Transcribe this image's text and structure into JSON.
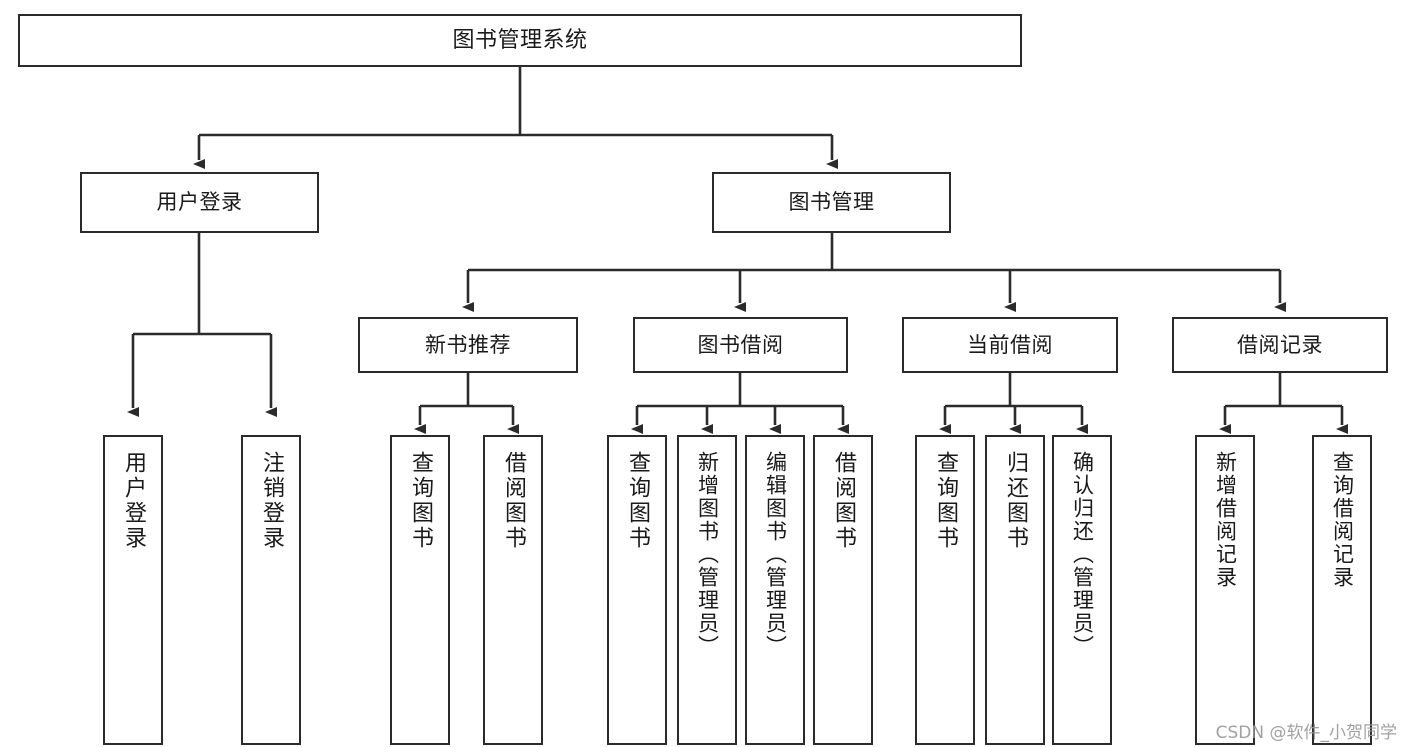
{
  "diagram": {
    "type": "tree",
    "title": "图书管理系统",
    "watermark": "CSDN @软件_小贺同学",
    "colors": {
      "stroke": "#2b2b2b",
      "fill": "#ffffff",
      "text": "#1a1a1a",
      "watermark": "#9a9a9a"
    },
    "nodes": {
      "root": {
        "label": "图书管理系统"
      },
      "level2": [
        {
          "label": "用户登录"
        },
        {
          "label": "图书管理"
        }
      ],
      "level3": [
        {
          "label": "新书推荐"
        },
        {
          "label": "图书借阅"
        },
        {
          "label": "当前借阅"
        },
        {
          "label": "借阅记录"
        }
      ],
      "leaves": {
        "user_login": [
          {
            "label": "用户登录"
          },
          {
            "label": "注销登录"
          }
        ],
        "new_book": [
          {
            "label": "查询图书"
          },
          {
            "label": "借阅图书"
          }
        ],
        "borrow_book": [
          {
            "label": "查询图书"
          },
          {
            "label": "新增图书（管理员）"
          },
          {
            "label": "编辑图书（管理员）"
          },
          {
            "label": "借阅图书"
          }
        ],
        "current_borrow": [
          {
            "label": "查询图书"
          },
          {
            "label": "归还图书"
          },
          {
            "label": "确认归还（管理员）"
          }
        ],
        "borrow_record": [
          {
            "label": "新增借阅记录"
          },
          {
            "label": "查询借阅记录"
          }
        ]
      }
    }
  }
}
